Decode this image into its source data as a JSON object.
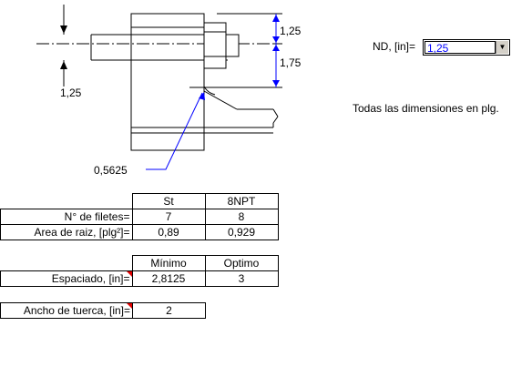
{
  "drawing": {
    "dim_top_right": "1,25",
    "dim_bottom_right": "1,75",
    "dim_left": "1,25",
    "dim_leader": "0,5625"
  },
  "nd": {
    "label": "ND, [in]=",
    "value": "1,25"
  },
  "note": "Todas las dimensiones en plg.",
  "table1": {
    "headers": [
      "St",
      "8NPT"
    ],
    "rows": [
      {
        "label": "N° de filetes=",
        "st": "7",
        "npt": "8"
      },
      {
        "label": "Area de raiz, [plg²]=",
        "st": "0,89",
        "npt": "0,929"
      }
    ]
  },
  "table2": {
    "headers": [
      "Mínimo",
      "Optimo"
    ],
    "row": {
      "label": "Espaciado, [in]=",
      "min": "2,8125",
      "opt": "3"
    }
  },
  "table3": {
    "row": {
      "label": "Ancho de tuerca, [in]=",
      "value": "2"
    }
  }
}
